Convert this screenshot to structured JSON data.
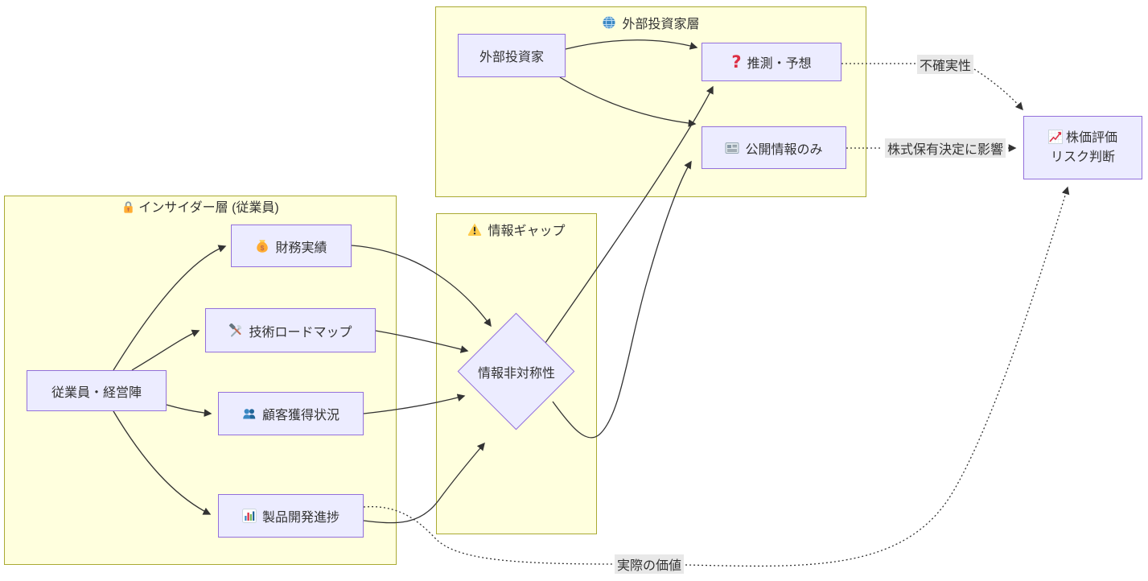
{
  "clusters": {
    "outer_investors": {
      "title": "外部投資家層",
      "icon": "globe-icon"
    },
    "insiders": {
      "title": "インサイダー層 (従業員)",
      "icon": "lock-icon"
    },
    "info_gap": {
      "title": "情報ギャップ",
      "icon": "warning-icon"
    }
  },
  "nodes": {
    "outside_investor": {
      "label": "外部投資家"
    },
    "speculation": {
      "label": "推測・予想",
      "icon": "question-icon",
      "icon_char": "?"
    },
    "public_info": {
      "label": "公開情報のみ",
      "icon": "newspaper-icon"
    },
    "financial_results": {
      "label": "財務実績",
      "icon": "moneybag-icon"
    },
    "tech_roadmap": {
      "label": "技術ロードマップ",
      "icon": "tools-icon"
    },
    "employees_mgmt": {
      "label": "従業員・経営陣"
    },
    "customer_acquisition": {
      "label": "顧客獲得状況",
      "icon": "people-icon"
    },
    "product_progress": {
      "label": "製品開発進捗",
      "icon": "barchart-icon"
    },
    "info_asymmetry": {
      "label": "情報非対称性"
    },
    "stock_valuation": {
      "label": "株価評価リスク判断",
      "icon": "chartup-icon"
    }
  },
  "edge_labels": {
    "uncertainty": "不確実性",
    "holding_decision": "株式保有決定に影響",
    "actual_value": "実際の価値"
  },
  "colors": {
    "node_fill": "#ECECFF",
    "node_border": "#9370DB",
    "cluster_fill": "#FFFFDE",
    "cluster_border": "#AAAA33",
    "edge": "#333333",
    "edge_label_bg": "#E8E8E8",
    "text": "#333333",
    "question_mark": "#DD2E44"
  }
}
